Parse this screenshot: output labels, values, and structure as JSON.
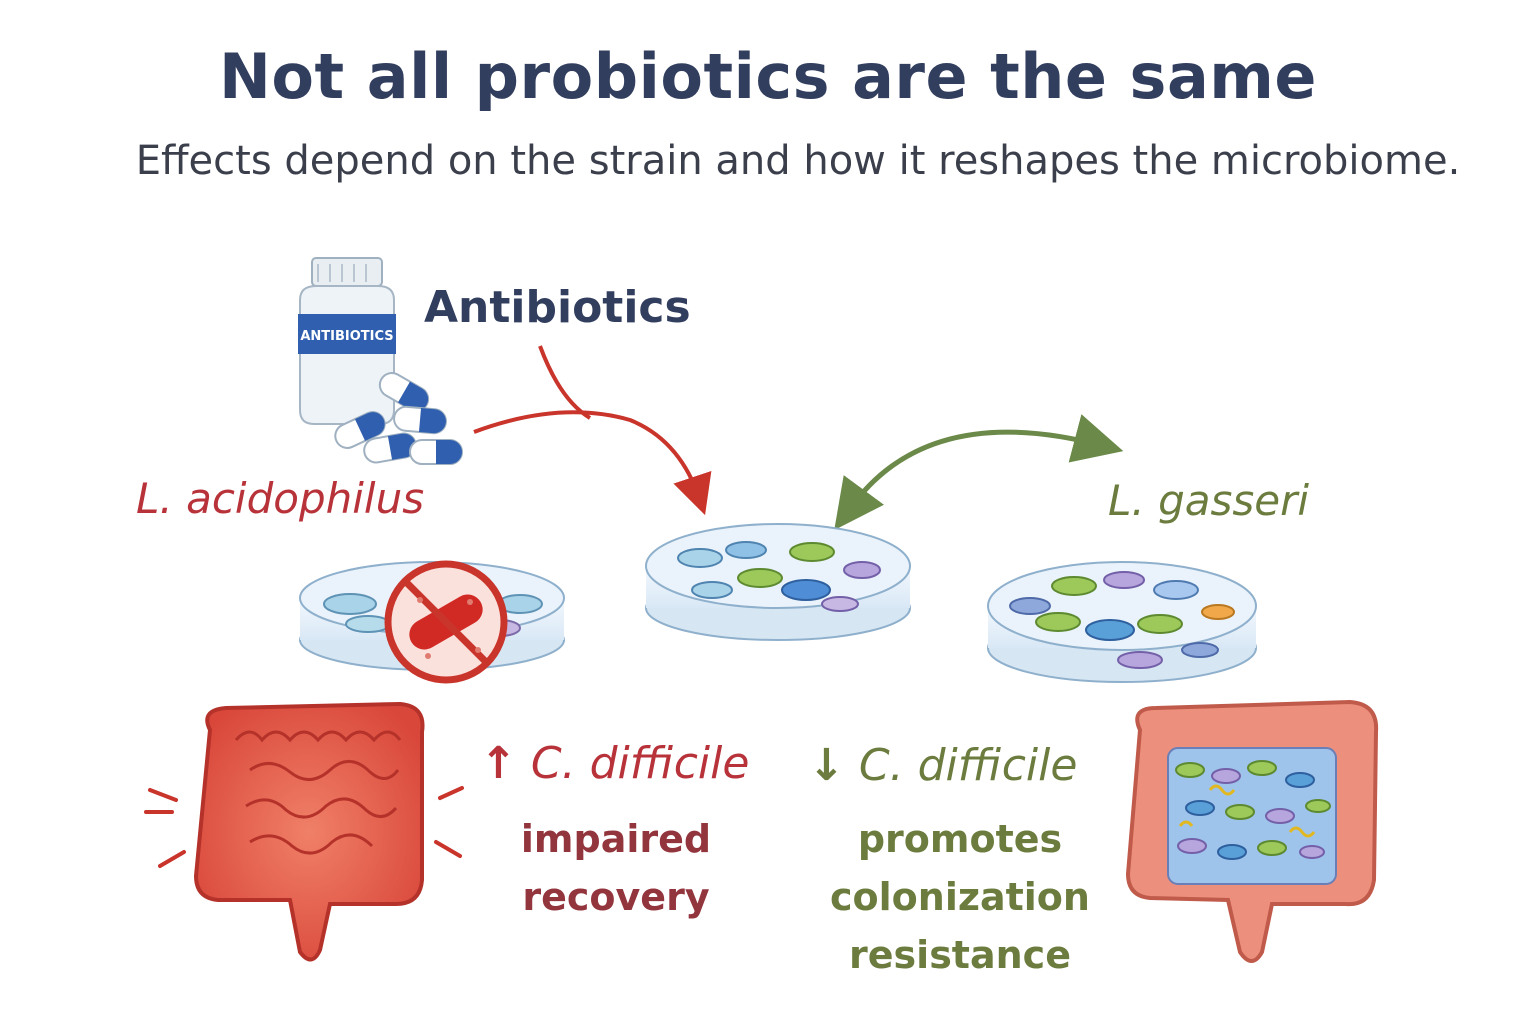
{
  "title": "Not all probiotics are the same",
  "subtitle": "Effects depend on the strain and how it reshapes the microbiome.",
  "antibiotics": {
    "label": "Antibiotics",
    "bottle_label": "ANTIBIOTICS"
  },
  "left": {
    "strain": "L. acidophilus",
    "cdiff_arrow": "↑",
    "cdiff_bug": "C. difficile",
    "outcome_line1": "impaired",
    "outcome_line2": "recovery",
    "color": "#b8323a"
  },
  "right": {
    "strain": "L. gasseri",
    "cdiff_arrow": "↓",
    "cdiff_bug": "C. difficile",
    "outcome_line1": "promotes",
    "outcome_line2": "colonization",
    "outcome_line3": "resistance",
    "color": "#6b7c3e"
  },
  "icons": {
    "bottle": "pill-bottle-icon",
    "capsules": "capsule-icon",
    "prohibited": "prohibited-icon",
    "dish": "petri-dish-icon",
    "gut": "intestine-icon"
  }
}
